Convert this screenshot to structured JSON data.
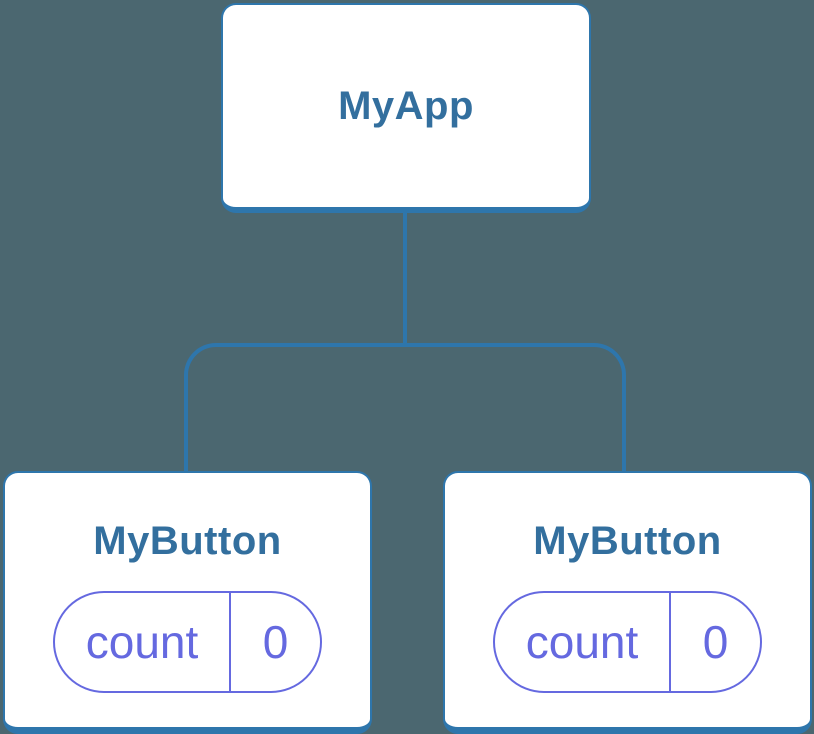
{
  "diagram": {
    "type": "component-tree",
    "root": {
      "title": "MyApp"
    },
    "children": [
      {
        "title": "MyButton",
        "state": {
          "label": "count",
          "value": "0"
        }
      },
      {
        "title": "MyButton",
        "state": {
          "label": "count",
          "value": "0"
        }
      }
    ],
    "colors": {
      "background": "#4B6770",
      "connector": "#2E76AC",
      "node_border": "#2E76AC",
      "node_fill": "#FFFFFF",
      "title_text": "#336F9E",
      "state_accent": "#6569E0"
    }
  }
}
